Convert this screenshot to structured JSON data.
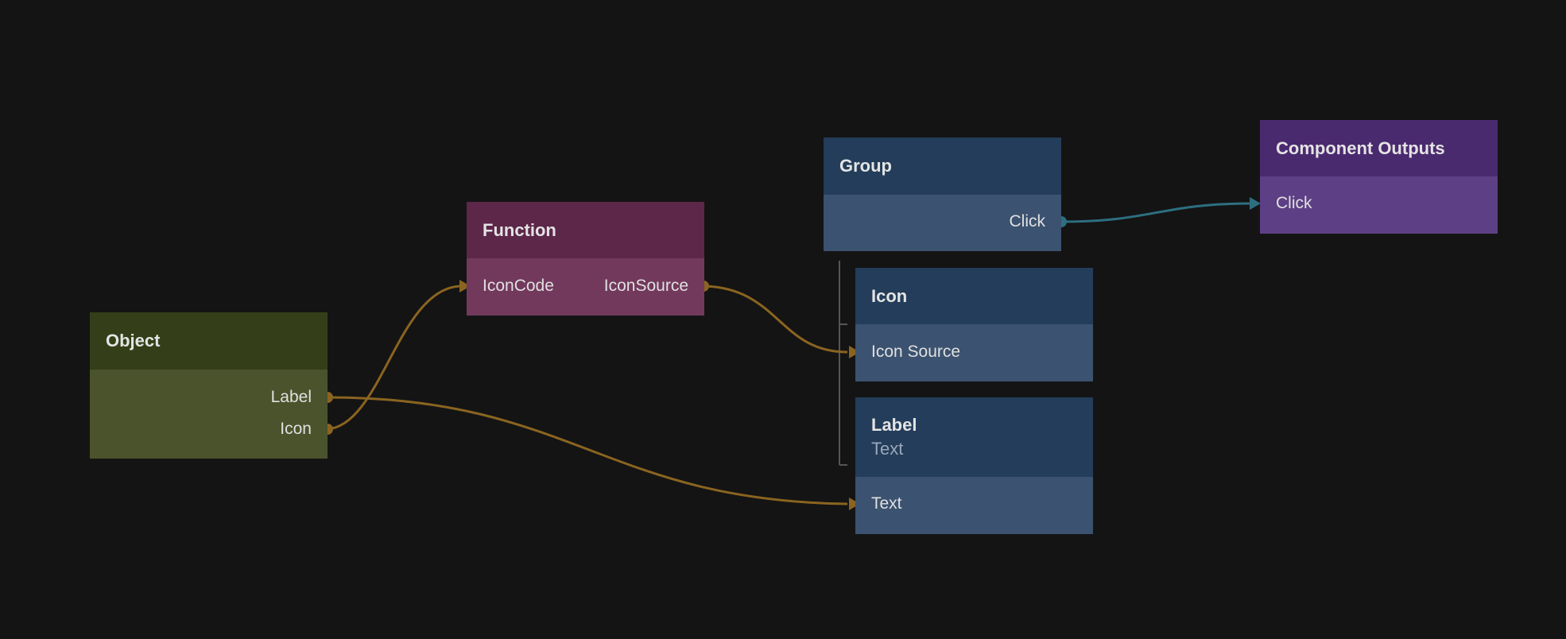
{
  "colors": {
    "background": "#141414",
    "wire_data": "#8a6420",
    "wire_signal": "#2d6f80"
  },
  "nodes": {
    "object": {
      "title": "Object",
      "outputs": [
        "Label",
        "Icon"
      ],
      "header_color": "#343f19",
      "body_color": "#4a532b"
    },
    "function": {
      "title": "Function",
      "input": "IconCode",
      "output": "IconSource",
      "header_color": "#5c2749",
      "body_color": "#73395d"
    },
    "group": {
      "title": "Group",
      "output": "Click",
      "header_color": "#233d5a",
      "body_color": "#3b5270"
    },
    "component_outputs": {
      "title": "Component Outputs",
      "input": "Click",
      "header_color": "#4a2a6f",
      "body_color": "#5d3f85"
    },
    "icon": {
      "title": "Icon",
      "input": "Icon Source",
      "header_color": "#233d5a",
      "body_color": "#3b5270"
    },
    "label": {
      "title": "Label",
      "subtitle": "Text",
      "input": "Text",
      "header_color": "#233d5a",
      "body_color": "#3b5270"
    }
  }
}
